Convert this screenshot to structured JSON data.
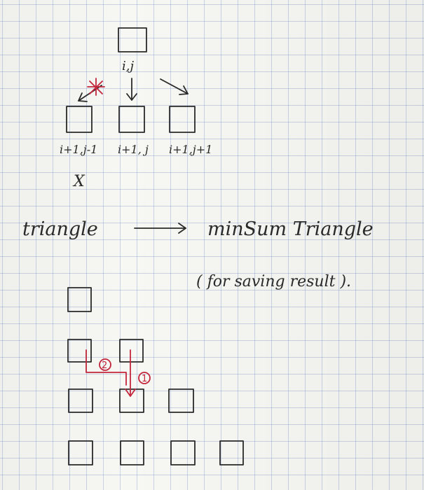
{
  "note": {
    "top_cell_label": "i,j",
    "child_labels": [
      "i+1,j-1",
      "i+1, j",
      "i+1,j+1"
    ],
    "cross_mark": "X",
    "left_word": "triangle",
    "right_word": "minSum Triangle",
    "caption": "( for saving result ).",
    "step_labels": [
      "2",
      "1"
    ]
  },
  "colors": {
    "ink": "#2a2a2a",
    "red_ink": "#c4263c",
    "grid": "#7a9cd0"
  }
}
